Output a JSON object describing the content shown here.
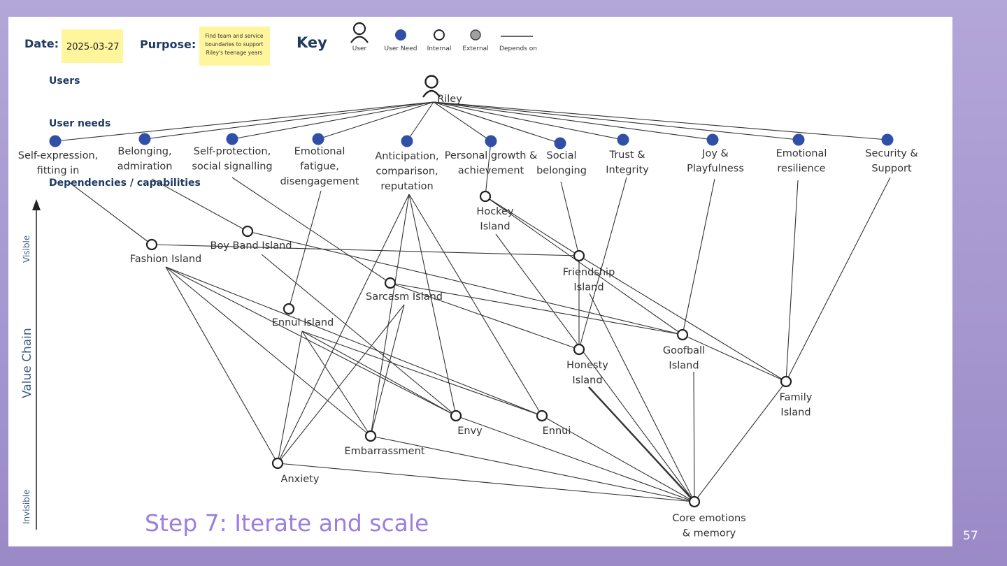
{
  "header": {
    "date_label": "Date:",
    "date_value": "2025-03-27",
    "purpose_label": "Purpose:",
    "purpose_lines": [
      "Find team and service",
      "boundaries to support",
      "Riley's teenage years"
    ],
    "note_color": "#fff59d"
  },
  "key": {
    "title": "Key",
    "items": [
      {
        "label": "User",
        "icon": "user-icon"
      },
      {
        "label": "User Need",
        "icon": "user-need-dot"
      },
      {
        "label": "Internal",
        "icon": "internal-circle"
      },
      {
        "label": "External",
        "icon": "external-circle"
      },
      {
        "label": "Depends on",
        "icon": "dependency-line"
      }
    ]
  },
  "sections": {
    "users": "Users",
    "user_needs": "User needs",
    "dependencies": "Dependencies / capabilities"
  },
  "axis": {
    "main": "Value Chain",
    "top": "Visible",
    "bottom": "Invisible"
  },
  "colors": {
    "need_dot": "#3050a8",
    "line": "#333333",
    "title_text": "#1e3a5f",
    "step_text": "#9b7fe0"
  },
  "nodes": [
    {
      "id": "riley",
      "type": "user",
      "label": [
        "Riley"
      ]
    },
    {
      "id": "n1",
      "type": "need",
      "label": [
        "Self-expression,",
        "fitting in"
      ]
    },
    {
      "id": "n2",
      "type": "need",
      "label": [
        "Belonging,",
        "admiration"
      ]
    },
    {
      "id": "n3",
      "type": "need",
      "label": [
        "Self-protection,",
        "social signalling"
      ]
    },
    {
      "id": "n4",
      "type": "need",
      "label": [
        "Emotional",
        "fatigue,",
        "disengagement"
      ]
    },
    {
      "id": "n5",
      "type": "need",
      "label": [
        "Anticipation,",
        "comparison,",
        "reputation"
      ]
    },
    {
      "id": "n6",
      "type": "need",
      "label": [
        "Personal growth &",
        "achievement"
      ]
    },
    {
      "id": "n7",
      "type": "need",
      "label": [
        "Social",
        "belonging"
      ]
    },
    {
      "id": "n8",
      "type": "need",
      "label": [
        "Trust &",
        "Integrity"
      ]
    },
    {
      "id": "n9",
      "type": "need",
      "label": [
        "Joy &",
        "Playfulness"
      ]
    },
    {
      "id": "n10",
      "type": "need",
      "label": [
        "Emotional",
        "resilience"
      ]
    },
    {
      "id": "n11",
      "type": "need",
      "label": [
        "Security &",
        "Support"
      ]
    },
    {
      "id": "hockey",
      "type": "internal",
      "label": [
        "Hockey",
        "Island"
      ]
    },
    {
      "id": "boyband",
      "type": "internal",
      "label": [
        "Boy Band Island"
      ]
    },
    {
      "id": "fashion",
      "type": "internal",
      "label": [
        "Fashion Island"
      ]
    },
    {
      "id": "friendship",
      "type": "internal",
      "label": [
        "Friendship",
        "Island"
      ]
    },
    {
      "id": "sarcasm",
      "type": "internal",
      "label": [
        "Sarcasm Island"
      ]
    },
    {
      "id": "ennuiIsland",
      "type": "internal",
      "label": [
        "Ennui Island"
      ]
    },
    {
      "id": "goofball",
      "type": "internal",
      "label": [
        "Goofball",
        "Island"
      ]
    },
    {
      "id": "honesty",
      "type": "internal",
      "label": [
        "Honesty",
        "Island"
      ]
    },
    {
      "id": "family",
      "type": "internal",
      "label": [
        "Family",
        "Island"
      ]
    },
    {
      "id": "envy",
      "type": "internal",
      "label": [
        "Envy"
      ]
    },
    {
      "id": "ennui",
      "type": "internal",
      "label": [
        "Ennui"
      ]
    },
    {
      "id": "embarrassment",
      "type": "internal",
      "label": [
        "Embarrassment"
      ]
    },
    {
      "id": "anxiety",
      "type": "internal",
      "label": [
        "Anxiety"
      ]
    },
    {
      "id": "core",
      "type": "internal",
      "label": [
        "Core emotions",
        "& memory"
      ]
    }
  ],
  "links": [
    [
      "riley",
      "n1"
    ],
    [
      "riley",
      "n2"
    ],
    [
      "riley",
      "n3"
    ],
    [
      "riley",
      "n4"
    ],
    [
      "riley",
      "n5"
    ],
    [
      "riley",
      "n6"
    ],
    [
      "riley",
      "n7"
    ],
    [
      "riley",
      "n8"
    ],
    [
      "riley",
      "n9"
    ],
    [
      "riley",
      "n10"
    ],
    [
      "riley",
      "n11"
    ],
    [
      "n1",
      "fashion"
    ],
    [
      "n2",
      "boyband"
    ],
    [
      "n3",
      "sarcasm"
    ],
    [
      "n4",
      "ennuiIsland"
    ],
    [
      "n5",
      "embarrassment"
    ],
    [
      "n5",
      "anxiety"
    ],
    [
      "n5",
      "envy"
    ],
    [
      "n5",
      "ennui"
    ],
    [
      "n6",
      "hockey"
    ],
    [
      "n7",
      "friendship"
    ],
    [
      "n8",
      "honesty"
    ],
    [
      "n9",
      "goofball"
    ],
    [
      "n10",
      "family"
    ],
    [
      "n11",
      "family"
    ],
    [
      "fashion",
      "friendship"
    ],
    [
      "fashion",
      "ennui"
    ],
    [
      "fashion",
      "envy"
    ],
    [
      "fashion",
      "embarrassment"
    ],
    [
      "fashion",
      "anxiety"
    ],
    [
      "boyband",
      "goofball"
    ],
    [
      "boyband",
      "envy"
    ],
    [
      "hockey",
      "friendship"
    ],
    [
      "hockey",
      "goofball"
    ],
    [
      "hockey",
      "core"
    ],
    [
      "friendship",
      "family"
    ],
    [
      "friendship",
      "honesty"
    ],
    [
      "friendship",
      "core"
    ],
    [
      "sarcasm",
      "honesty"
    ],
    [
      "sarcasm",
      "goofball"
    ],
    [
      "sarcasm",
      "embarrassment"
    ],
    [
      "sarcasm",
      "anxiety"
    ],
    [
      "ennuiIsland",
      "ennui"
    ],
    [
      "ennuiIsland",
      "envy"
    ],
    [
      "ennuiIsland",
      "embarrassment"
    ],
    [
      "ennuiIsland",
      "anxiety"
    ],
    [
      "goofball",
      "core"
    ],
    [
      "goofball",
      "family"
    ],
    [
      "honesty",
      "core"
    ],
    [
      "family",
      "core"
    ],
    [
      "envy",
      "core"
    ],
    [
      "ennui",
      "core"
    ],
    [
      "embarrassment",
      "core"
    ],
    [
      "anxiety",
      "core"
    ]
  ],
  "footer": {
    "step_title": "Step 7: Iterate and scale",
    "page_number": "57"
  }
}
